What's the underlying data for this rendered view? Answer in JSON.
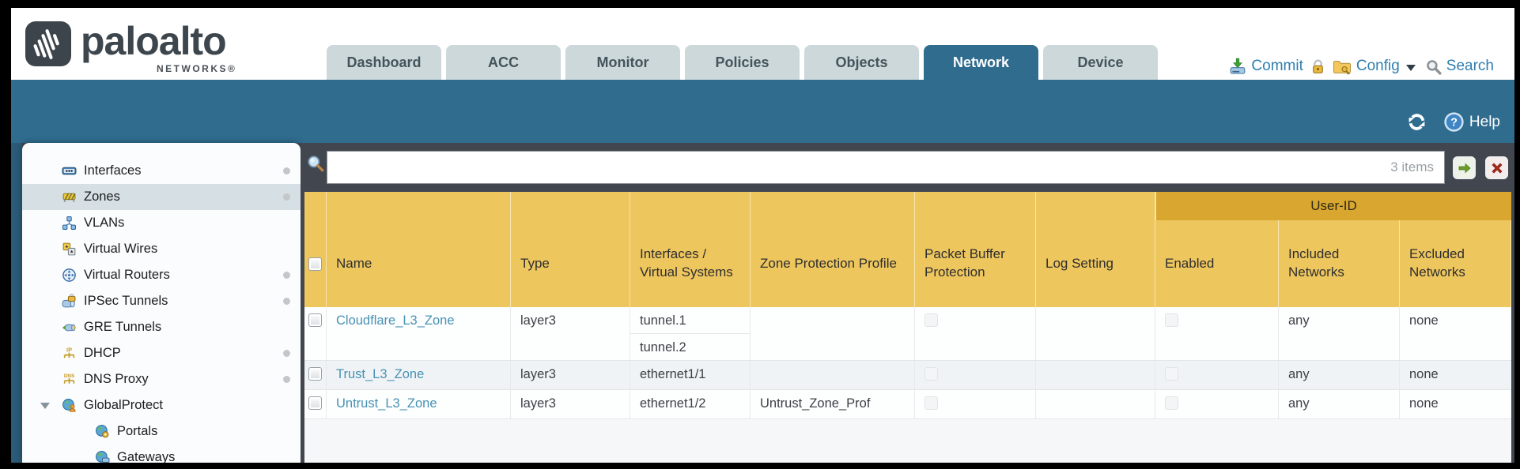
{
  "brand": {
    "name": "paloalto",
    "subtitle": "NETWORKS®"
  },
  "nav": {
    "tabs": [
      {
        "label": "Dashboard"
      },
      {
        "label": "ACC"
      },
      {
        "label": "Monitor"
      },
      {
        "label": "Policies"
      },
      {
        "label": "Objects"
      },
      {
        "label": "Network",
        "active": true
      },
      {
        "label": "Device"
      }
    ]
  },
  "header_actions": {
    "commit": "Commit",
    "config": "Config",
    "search": "Search"
  },
  "band": {
    "help": "Help"
  },
  "filter": {
    "value": "",
    "count": "3 items"
  },
  "sidebar": {
    "items": [
      {
        "label": "Interfaces",
        "icon": "interfaces",
        "dot": true
      },
      {
        "label": "Zones",
        "icon": "zones",
        "dot": true,
        "selected": true
      },
      {
        "label": "VLANs",
        "icon": "vlans"
      },
      {
        "label": "Virtual Wires",
        "icon": "virtual-wires"
      },
      {
        "label": "Virtual Routers",
        "icon": "virtual-routers",
        "dot": true
      },
      {
        "label": "IPSec Tunnels",
        "icon": "ipsec-tunnels",
        "dot": true
      },
      {
        "label": "GRE Tunnels",
        "icon": "gre-tunnels"
      },
      {
        "label": "DHCP",
        "icon": "dhcp",
        "dot": true
      },
      {
        "label": "DNS Proxy",
        "icon": "dns-proxy",
        "dot": true
      },
      {
        "label": "GlobalProtect",
        "icon": "globalprotect",
        "expander": true
      },
      {
        "label": "Portals",
        "icon": "portals",
        "indent": true
      },
      {
        "label": "Gateways",
        "icon": "gateways",
        "indent": true
      }
    ]
  },
  "table": {
    "group_header": {
      "label": "User-ID"
    },
    "columns": [
      {
        "key": "name",
        "label": "Name"
      },
      {
        "key": "type",
        "label": "Type"
      },
      {
        "key": "interfaces",
        "label": "Interfaces / Virtual Systems"
      },
      {
        "key": "zone_protection_profile",
        "label": "Zone Protection Profile"
      },
      {
        "key": "packet_buffer_protection",
        "label": "Packet Buffer Protection"
      },
      {
        "key": "log_setting",
        "label": "Log Setting"
      },
      {
        "key": "enabled",
        "label": "Enabled",
        "group": "User-ID"
      },
      {
        "key": "included_networks",
        "label": "Included Networks",
        "group": "User-ID"
      },
      {
        "key": "excluded_networks",
        "label": "Excluded Networks",
        "group": "User-ID"
      }
    ],
    "rows": [
      {
        "name": "Cloudflare_L3_Zone",
        "type": "layer3",
        "interfaces": [
          "tunnel.1",
          "tunnel.2"
        ],
        "zone_protection_profile": "",
        "log_setting": "",
        "packet_buffer_protection": false,
        "enabled": false,
        "included_networks": "any",
        "excluded_networks": "none"
      },
      {
        "name": "Trust_L3_Zone",
        "type": "layer3",
        "interfaces": [
          "ethernet1/1"
        ],
        "zone_protection_profile": "",
        "log_setting": "",
        "packet_buffer_protection": false,
        "enabled": false,
        "included_networks": "any",
        "excluded_networks": "none"
      },
      {
        "name": "Untrust_L3_Zone",
        "type": "layer3",
        "interfaces": [
          "ethernet1/2"
        ],
        "zone_protection_profile": "Untrust_Zone_Prof",
        "log_setting": "",
        "packet_buffer_protection": false,
        "enabled": false,
        "included_networks": "any",
        "excluded_networks": "none"
      }
    ]
  },
  "colors": {
    "accent_teal": "#2f6c8e",
    "toolbar_slate": "#42474f",
    "table_header_gold": "#eec65e",
    "user_id_band_gold": "#d9a62f",
    "link_blue": "#4792b5",
    "selected_nav_bg": "#d5dfe4",
    "inactive_tab": "#ccd8d9"
  }
}
